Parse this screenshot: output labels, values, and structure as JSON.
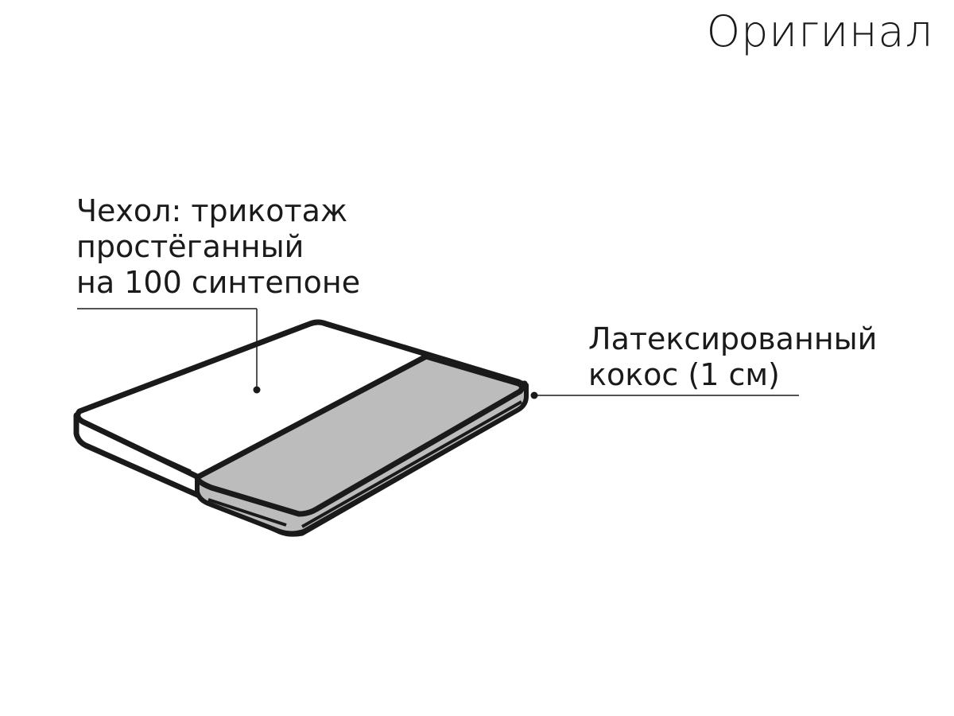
{
  "title": "Оригинал",
  "callouts": {
    "cover": {
      "lines": [
        "Чехол: трикотаж",
        "простёганный",
        "на 100 синтепоне"
      ]
    },
    "coconut": {
      "lines": [
        "Латексированный",
        "кокос (1 см)"
      ]
    }
  },
  "colors": {
    "outline": "#1a1a1a",
    "cover_fill": "#ffffff",
    "coconut_fill": "#bcbcbc"
  }
}
